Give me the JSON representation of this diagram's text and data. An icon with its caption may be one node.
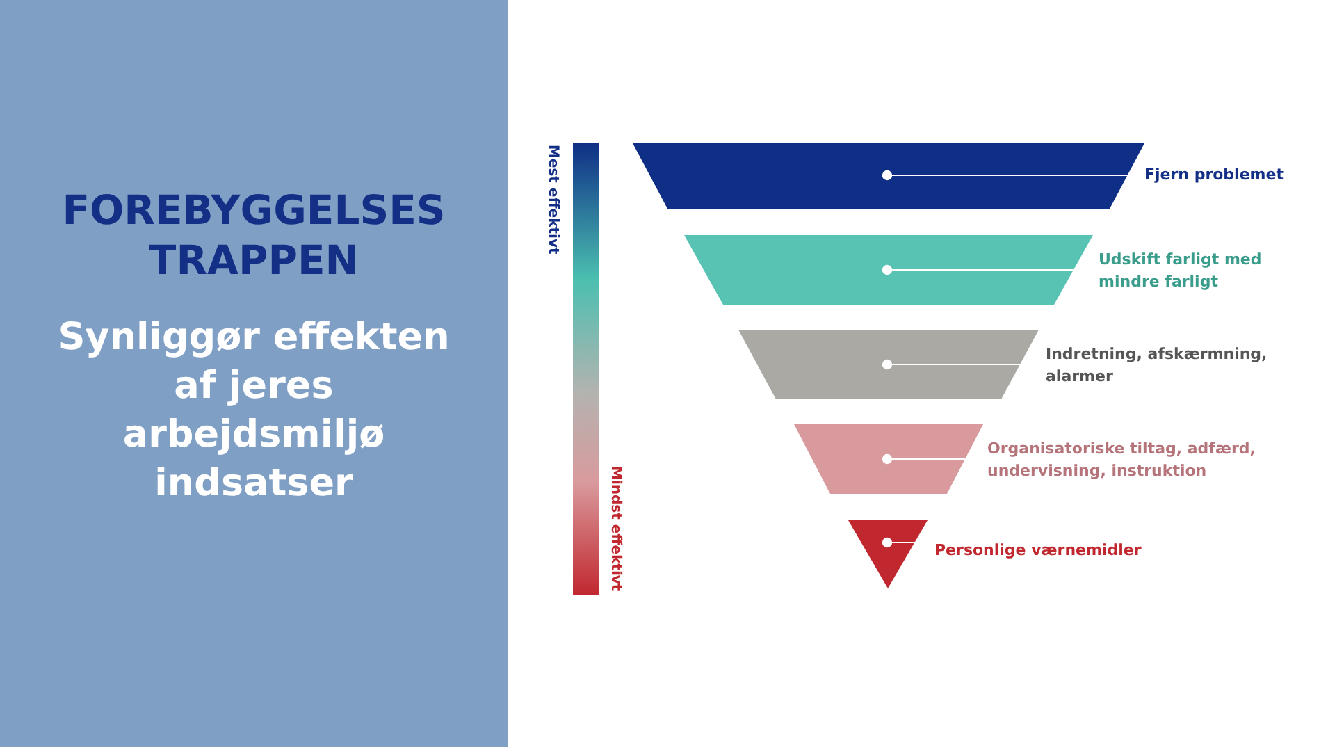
{
  "diagram": {
    "title": "FOREBYGGELSES TRAPPEN",
    "nodes": [
      {
        "text": [],
        "shape": "trapezoid"
      },
      {
        "text": [],
        "shape": "trapezoid"
      },
      {
        "text": [],
        "shape": "trapezoid"
      },
      {
        "text": [],
        "shape": "trapezoid"
      },
      {
        "text": [],
        "shape": "triangle"
      },
      {
        "text": [
          "Fjern problemet"
        ]
      },
      {
        "text": [
          "Udskift farligt med mindre farligt"
        ]
      },
      {
        "text": [
          "Indretning, afskærmning, alarmer"
        ]
      },
      {
        "text": [
          "Organisatoriske tiltag, adfærd, undervisning, instruktion"
        ]
      },
      {
        "text": [
          "Personlige værnemidler"
        ]
      },
      {
        "text": [],
        "shape": "bar"
      }
    ],
    "edges": [
      {
        "from": 5,
        "to": 0,
        "arrow": "other"
      },
      {
        "from": 6,
        "to": 1,
        "arrow": "other"
      },
      {
        "from": 7,
        "to": 2,
        "arrow": "other"
      },
      {
        "from": 8,
        "to": 3,
        "arrow": "other"
      },
      {
        "from": 9,
        "to": 4,
        "arrow": "other"
      }
    ],
    "labels": [
      "Synliggør effekten af jeres arbejdsmiljø indsatser",
      "Mest effektivt",
      "Mindst effektivt"
    ]
  }
}
